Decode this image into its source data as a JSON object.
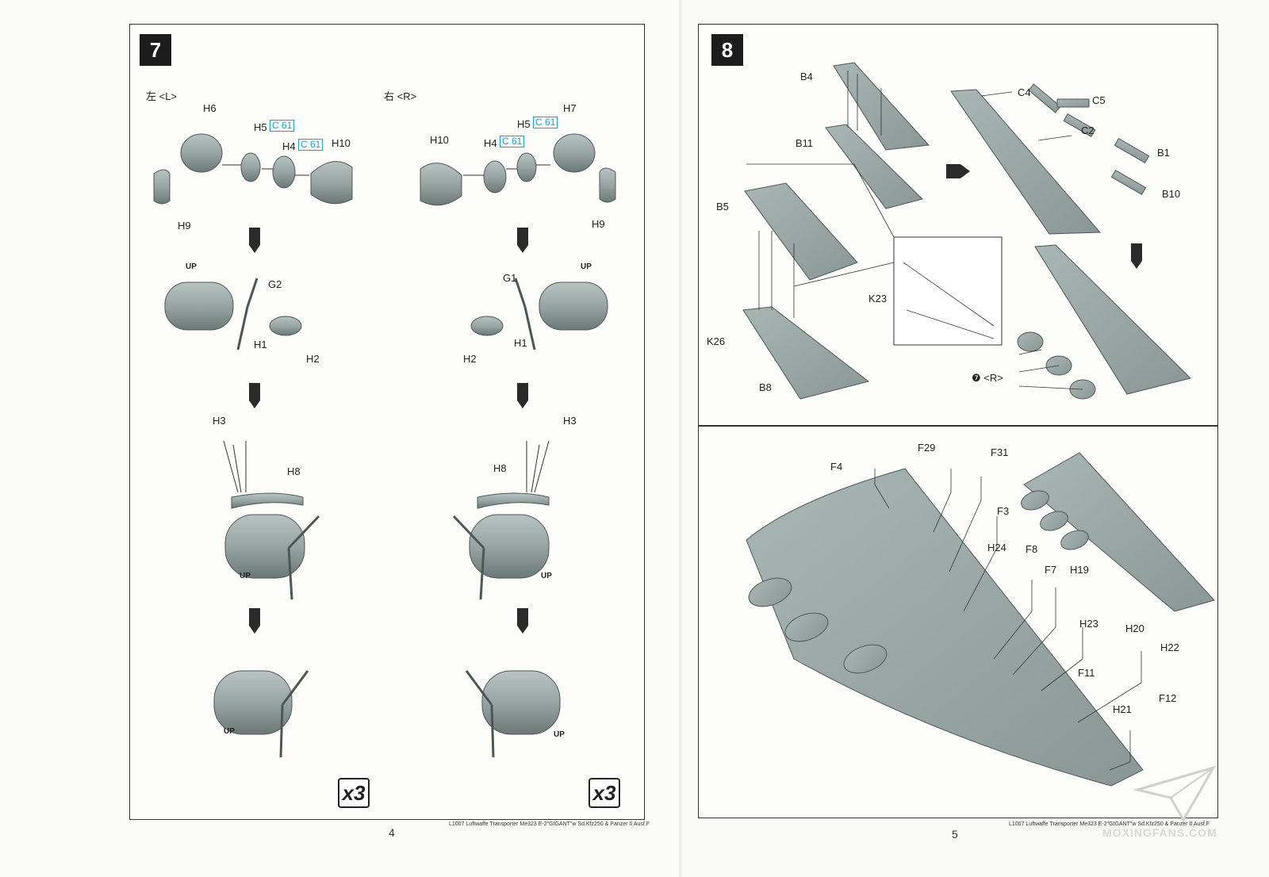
{
  "left_page": {
    "step_number": "7",
    "side_left": "左 <L>",
    "side_right": "右 <R>",
    "multiplier": "x3",
    "page_number": "4",
    "footer": "L1007 Luftwaffe Transporter Me323 E-2\"GIGANT\"w Sd.Kfz250 & Panzer II Ausf.F",
    "up_label": "UP",
    "ref_code": "C 61",
    "parts": {
      "H6": "H6",
      "H5": "H5",
      "H4": "H4",
      "H10": "H10",
      "H9": "H9",
      "H7": "H7",
      "G2": "G2",
      "G1": "G1",
      "H1": "H1",
      "H2": "H2",
      "H3": "H3",
      "H8": "H8"
    }
  },
  "right_page": {
    "step_number": "8",
    "page_number": "5",
    "footer": "L1007 Luftwaffe Transporter Me323 E-2\"GIGANT\"w Sd.Kfz250 & Panzer II Ausf.F",
    "watermark": "MOXINGFANS.COM",
    "ref_marker": "❼ <R>",
    "parts_top": {
      "B4": "B4",
      "B11": "B11",
      "B5": "B5",
      "K23": "K23",
      "K26": "K26",
      "B8": "B8",
      "C4": "C4",
      "C5": "C5",
      "C2": "C2",
      "B1": "B1",
      "B10": "B10"
    },
    "parts_bottom": {
      "F4": "F4",
      "F29": "F29",
      "F31": "F31",
      "F3": "F3",
      "H24": "H24",
      "F8": "F8",
      "F7": "F7",
      "H19": "H19",
      "H23": "H23",
      "H20": "H20",
      "H22": "H22",
      "F11": "F11",
      "H21": "H21",
      "F12": "F12"
    }
  },
  "colors": {
    "part_fill": "#9aa7a5",
    "part_dark": "#6f7c7a",
    "ref_blue": "#1aa3c9",
    "ink": "#222222"
  }
}
